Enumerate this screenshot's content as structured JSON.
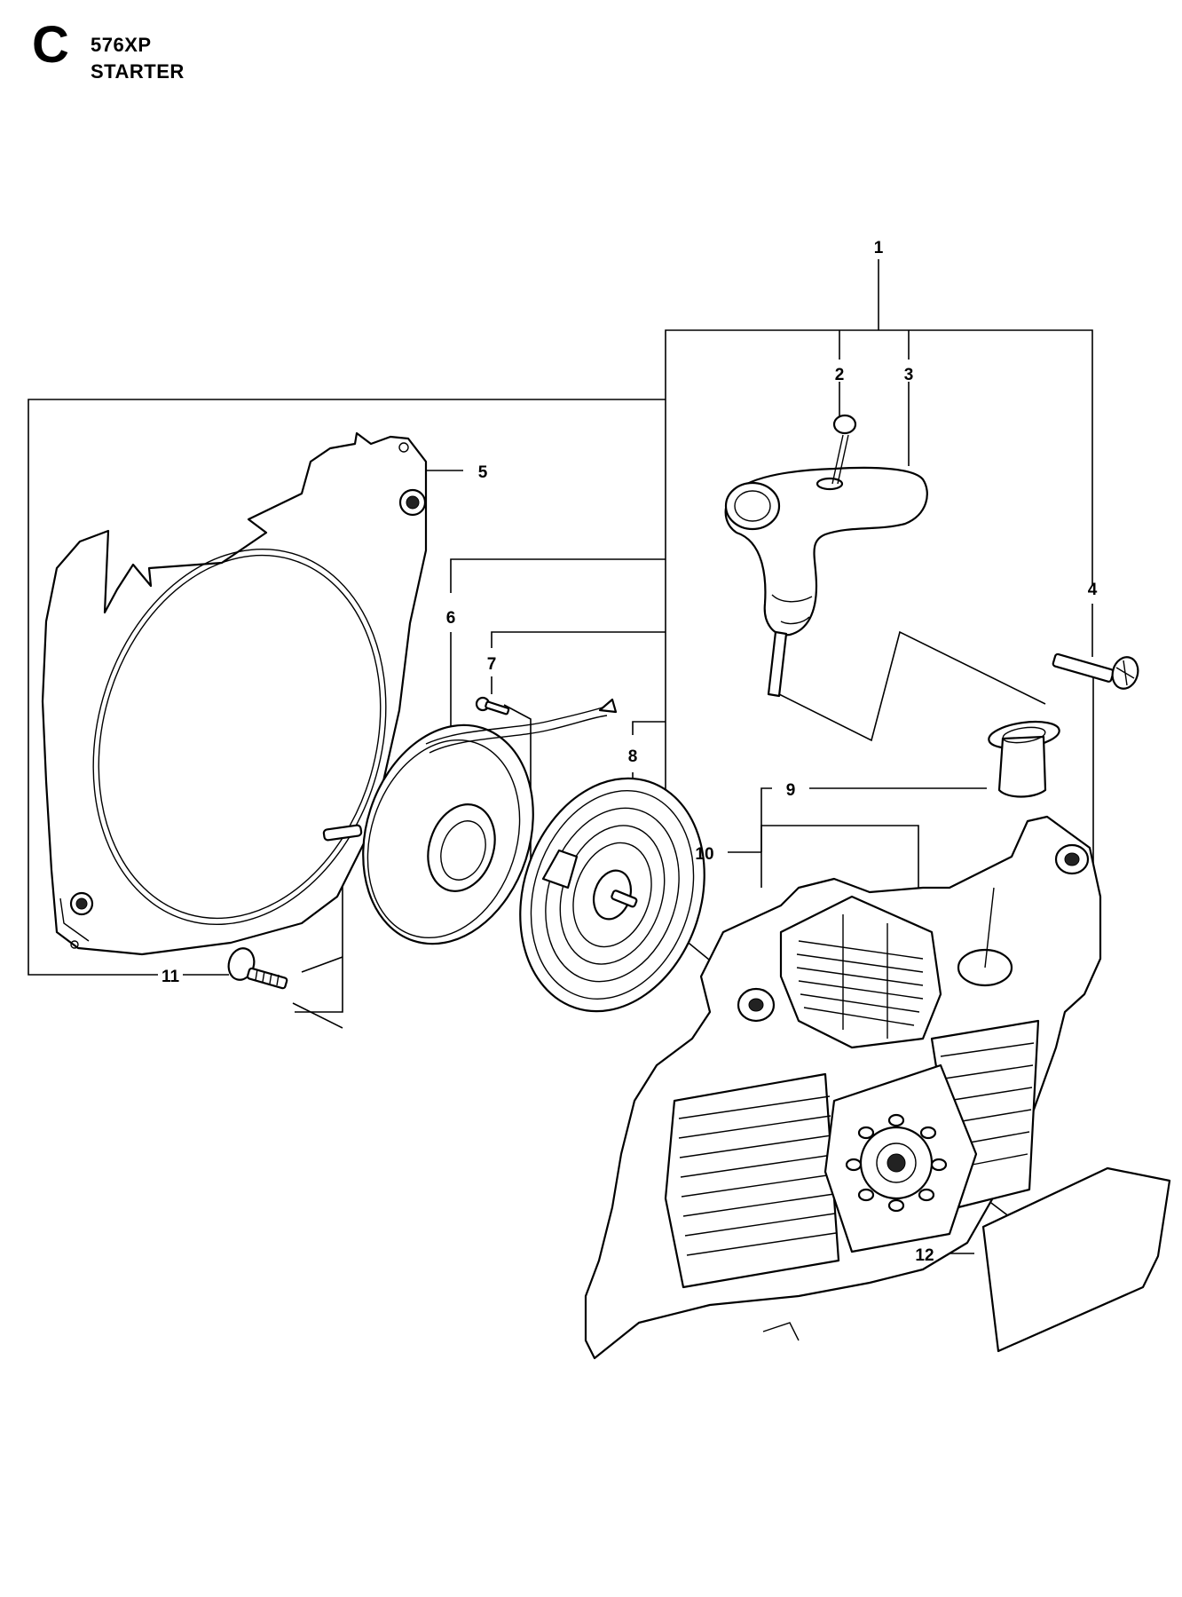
{
  "header": {
    "letter": "C",
    "model": "576XP",
    "section": "STARTER"
  },
  "callouts": {
    "c1": "1",
    "c2": "2",
    "c3": "3",
    "c4": "4",
    "c5": "5",
    "c6": "6",
    "c7": "7",
    "c8": "8",
    "c9": "9",
    "c10": "10",
    "c11": "11",
    "c12": "12"
  }
}
